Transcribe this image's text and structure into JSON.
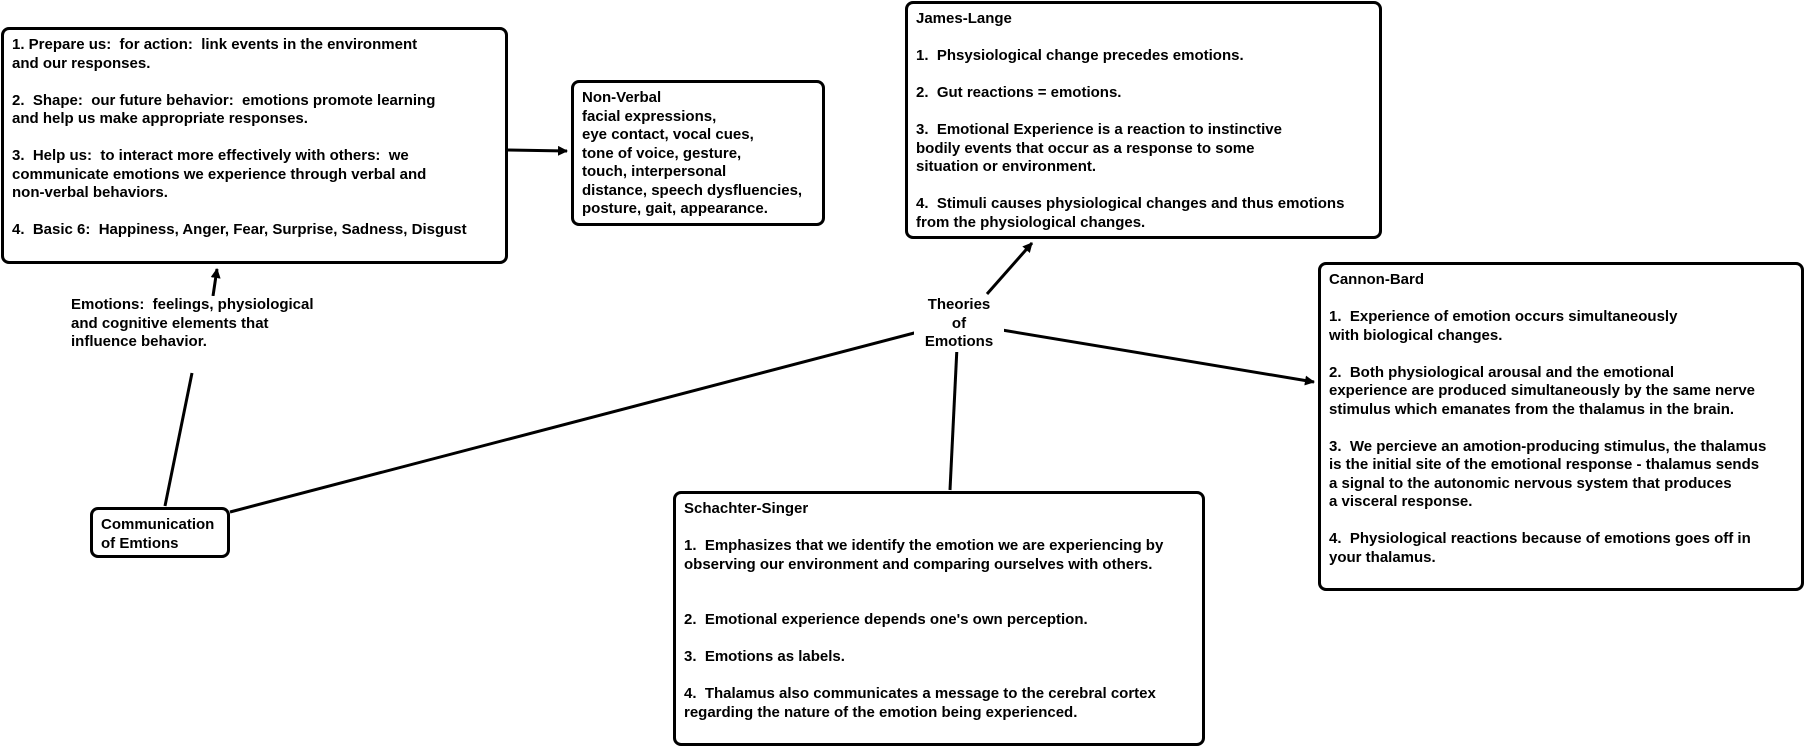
{
  "colors": {
    "line": "#000000",
    "box_fill": "#ffffff",
    "text": "#000000"
  },
  "boxes": {
    "functions": {
      "lines": [
        "1. Prepare us:  for action:  link events in the environment",
        "and our responses.",
        "",
        "2.  Shape:  our future behavior:  emotions promote learning",
        "and help us make appropriate responses.",
        "",
        "3.  Help us:  to interact more effectively with others:  we",
        "communicate emotions we experience through verbal and",
        "non-verbal behaviors.",
        "",
        "4.  Basic 6:  Happiness, Anger, Fear, Surprise, Sadness, Disgust"
      ]
    },
    "non_verbal": {
      "lines": [
        "Non-Verbal",
        "facial expressions,",
        "eye contact, vocal cues,",
        "tone of voice, gesture,",
        "touch, interpersonal",
        "distance, speech dysfluencies,",
        "posture, gait, appearance."
      ]
    },
    "james_lange": {
      "lines": [
        "James-Lange",
        "",
        "1.  Phsysiological change precedes emotions.",
        "",
        "2.  Gut reactions = emotions.",
        "",
        "3.  Emotional Experience is a reaction to instinctive",
        "bodily events that occur as a response to some",
        "situation or environment.",
        "",
        "4.  Stimuli causes physiological changes and thus emotions",
        "from the physiological changes."
      ]
    },
    "cannon_bard": {
      "lines": [
        "Cannon-Bard",
        "",
        "1.  Experience of emotion occurs simultaneously",
        "with biological changes.",
        "",
        "2.  Both physiological arousal and the emotional",
        "experience are produced simultaneously by the same nerve",
        "stimulus which emanates from the thalamus in the brain.",
        "",
        "3.  We percieve an amotion-producing stimulus, the thalamus",
        "is the initial site of the emotional response - thalamus sends",
        "a signal to the autonomic nervous system that produces",
        "a visceral response.",
        "",
        "4.  Physiological reactions because of emotions goes off in",
        "your thalamus."
      ]
    },
    "schachter_singer": {
      "lines": [
        "Schachter-Singer",
        "",
        "1.  Emphasizes that we identify the emotion we are experiencing by",
        "observing our environment and comparing ourselves with others.",
        "",
        "",
        "2.  Emotional experience depends one's own perception.",
        "",
        "3.  Emotions as labels.",
        "",
        "4.  Thalamus also communicates a message to the cerebral cortex",
        "regarding the nature of the emotion being experienced."
      ]
    },
    "communication": {
      "lines": [
        "Communication",
        "of Emtions"
      ]
    }
  },
  "labels": {
    "definition": {
      "lines": [
        "Emotions:  feelings, physiological",
        "and cognitive elements that",
        "influence behavior."
      ]
    },
    "theories": {
      "lines": [
        "Theories",
        "of",
        "Emotions"
      ]
    }
  }
}
